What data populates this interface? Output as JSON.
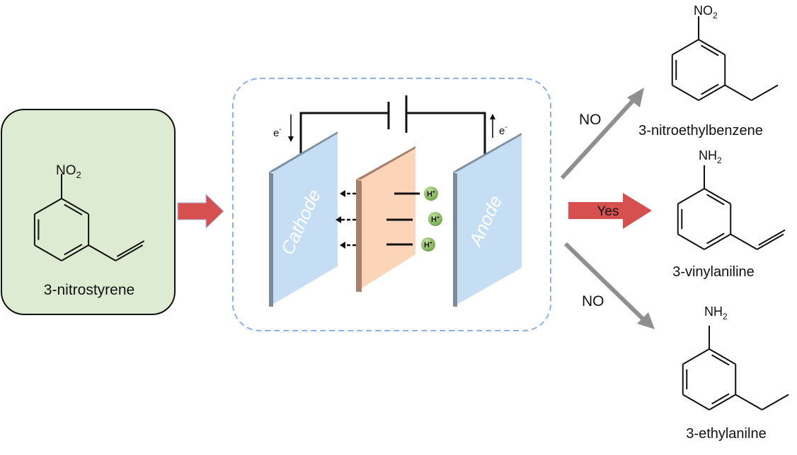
{
  "reactant": {
    "group": "NO",
    "group_sub": "2",
    "name": "3-nitrostyrene",
    "box_color": "#dcebd2"
  },
  "cell": {
    "cathode_label": "Cathode",
    "anode_label": "Anode",
    "electron_left": "e",
    "electron_right": "e",
    "electron_sup": "-",
    "proton": "H",
    "proton_sup": "+",
    "electrode_color": "#c6def4",
    "membrane_color": "#fcd5b8",
    "border_color": "#8eb0e4"
  },
  "paths": {
    "up_label": "NO",
    "mid_label": "Yes",
    "down_label": "NO",
    "arrow_gray": "#8f8f8f",
    "arrow_red": "#d6504f"
  },
  "products": [
    {
      "group": "NO",
      "group_sub": "2",
      "name": "3-nitroethylbenzene"
    },
    {
      "group": "NH",
      "group_sub": "2",
      "name": "3-vinylaniline"
    },
    {
      "group": "NH",
      "group_sub": "2",
      "name": "3-ethylanilne"
    }
  ]
}
